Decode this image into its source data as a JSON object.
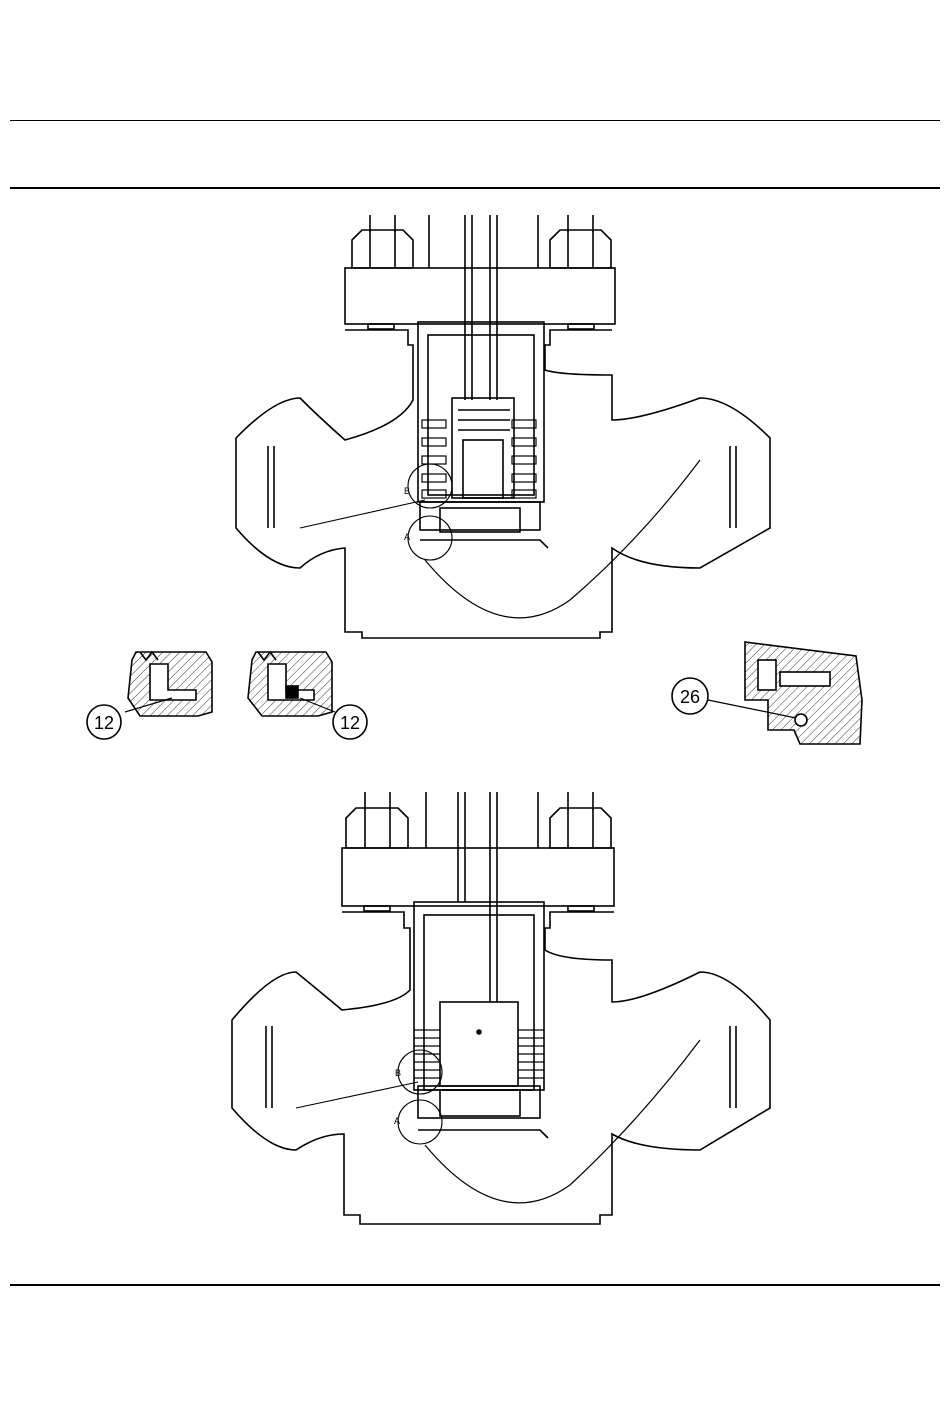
{
  "figure": {
    "upper_assembly": {
      "detail_b": "B",
      "detail_a": "A"
    },
    "lower_assembly": {
      "detail_b": "B",
      "detail_a": "A"
    },
    "details": {
      "left_callout": "12",
      "middle_callout": "12",
      "right_callout": "26"
    }
  },
  "colors": {
    "line": "#000000",
    "background": "#ffffff"
  }
}
